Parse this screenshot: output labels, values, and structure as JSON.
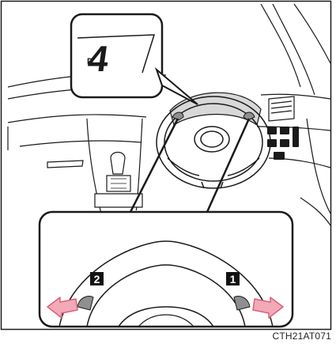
{
  "display_inset": {
    "mode_letter": "D",
    "gear_digit": "4"
  },
  "paddle_inset": {
    "left_callout": "2",
    "right_callout": "1"
  },
  "figure_code": "CTH21AT071",
  "colors": {
    "line": "#1a1a1a",
    "cluster_fill": "#d8d8d8",
    "paddle_fill": "#8f8f8f",
    "arrow_fill": "#f2a9b8",
    "arrow_stroke": "#d9607a",
    "callout_bg": "#111111",
    "callout_text": "#ffffff"
  }
}
